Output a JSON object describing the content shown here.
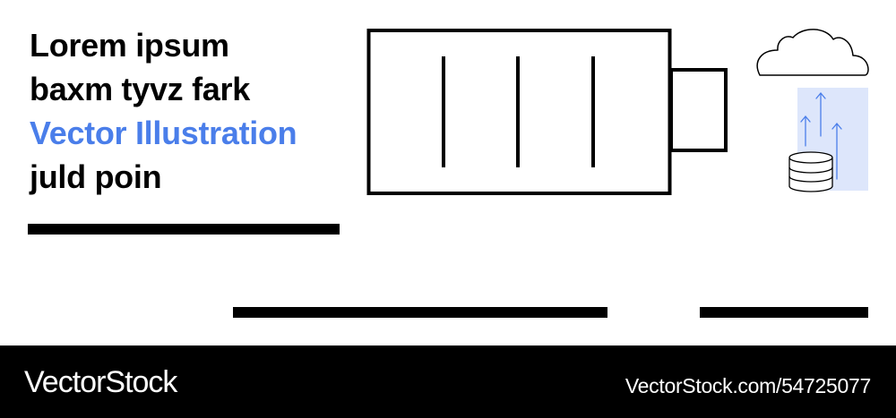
{
  "headline": {
    "line1": "Lorem ipsum",
    "line2": "baxm tyvz fark",
    "line3": "Vector Illustration",
    "line4": "juld poin"
  },
  "footer": {
    "brand": "VectorStock",
    "stock_id": "VectorStock.com/54725077"
  },
  "colors": {
    "accent": "#4a7eea",
    "panel": "#dde6fb",
    "ink": "#000000",
    "footer_bg": "#000000"
  },
  "icons": [
    "battery-icon",
    "cloud-icon",
    "database-icon",
    "upload-arrows-icon"
  ]
}
